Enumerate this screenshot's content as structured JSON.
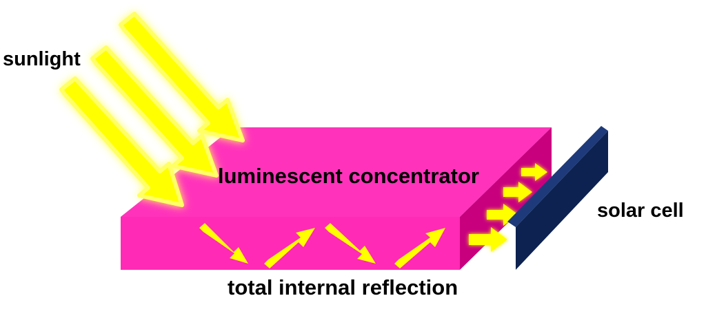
{
  "labels": {
    "sunlight": "sunlight",
    "concentrator": "luminescent concentrator",
    "solar_cell": "solar cell",
    "reflection": "total internal reflection"
  },
  "colors": {
    "slab_top": "#ff33bb",
    "slab_front": "#ff2ab6",
    "slab_side": "#c8007e",
    "solar_cell_face": "#0d2250",
    "solar_cell_edge": "#1e3a7a",
    "light": "#ffff00",
    "glow": "#ffff66"
  },
  "icons": [
    "sunlight-arrow-icon",
    "reflection-arrow-icon",
    "emitted-light-icon"
  ]
}
